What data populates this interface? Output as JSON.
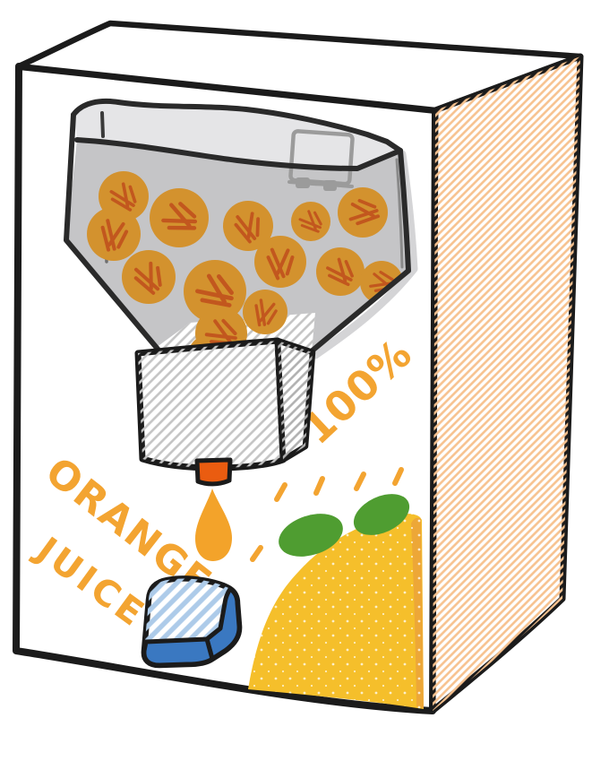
{
  "illustration": {
    "description": "Hand-drawn orange juice carton with a built-in orange juicer machine",
    "text": {
      "brand_word1": "ORANGE",
      "brand_word2": "JUICE",
      "claim": "100%"
    },
    "colors": {
      "outline": "#1b1b1b",
      "side_panel_hatch": "#f7c28f",
      "hopper_gray": "#c5c5c7",
      "hopper_rim": "#e5e5e7",
      "hopper_stroke": "#2a2a2a",
      "hopper_shadow": "#d4d4d6",
      "latch_gray": "#9b9b9b",
      "orange_fill": "#d3922e",
      "orange_hatch": "#c2571e",
      "juicer_hatch": "#c4c4c4",
      "juicer_hatch_dark": "#b0b0b0",
      "spout_orange": "#ea5c10",
      "droplet_orange": "#f3a32a",
      "text_orange": "#f3a431",
      "ray_orange": "#f3a431",
      "leaf_green": "#4f9d31",
      "fruit_yellow": "#f5bf2b",
      "fruit_edge": "#eca439",
      "tray_blue": "#3a78c1",
      "tray_stripe": "#adcbe9"
    }
  }
}
